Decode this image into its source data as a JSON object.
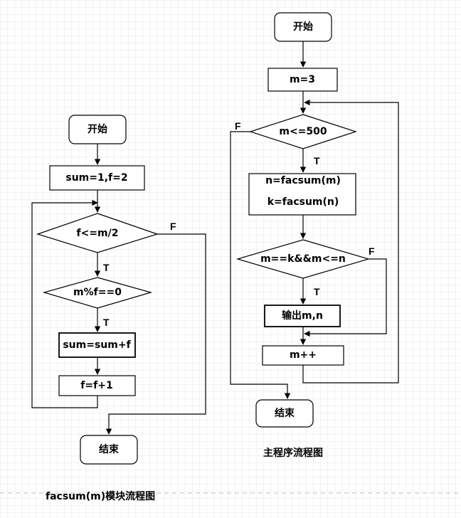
{
  "left_flowchart": {
    "caption": "facsum(m)模块流程图",
    "start": "开始",
    "init": "sum=1,f=2",
    "cond1": "f<=m/2",
    "cond2": "m%f==0",
    "add": "sum=sum+f",
    "inc": "f=f+1",
    "end": "结束",
    "label_true1": "T",
    "label_true2": "T",
    "label_false": "F"
  },
  "right_flowchart": {
    "caption": "主程序流程图",
    "start": "开始",
    "init": "m=3",
    "cond1": "m<=500",
    "call1": "n=facsum(m)",
    "call2": "k=facsum(n)",
    "cond2": "m==k&&m<=n",
    "output": "输出m,n",
    "inc": "m++",
    "end": "结束",
    "label_true1": "T",
    "label_true2": "T",
    "label_false1": "F",
    "label_false2": "F"
  }
}
